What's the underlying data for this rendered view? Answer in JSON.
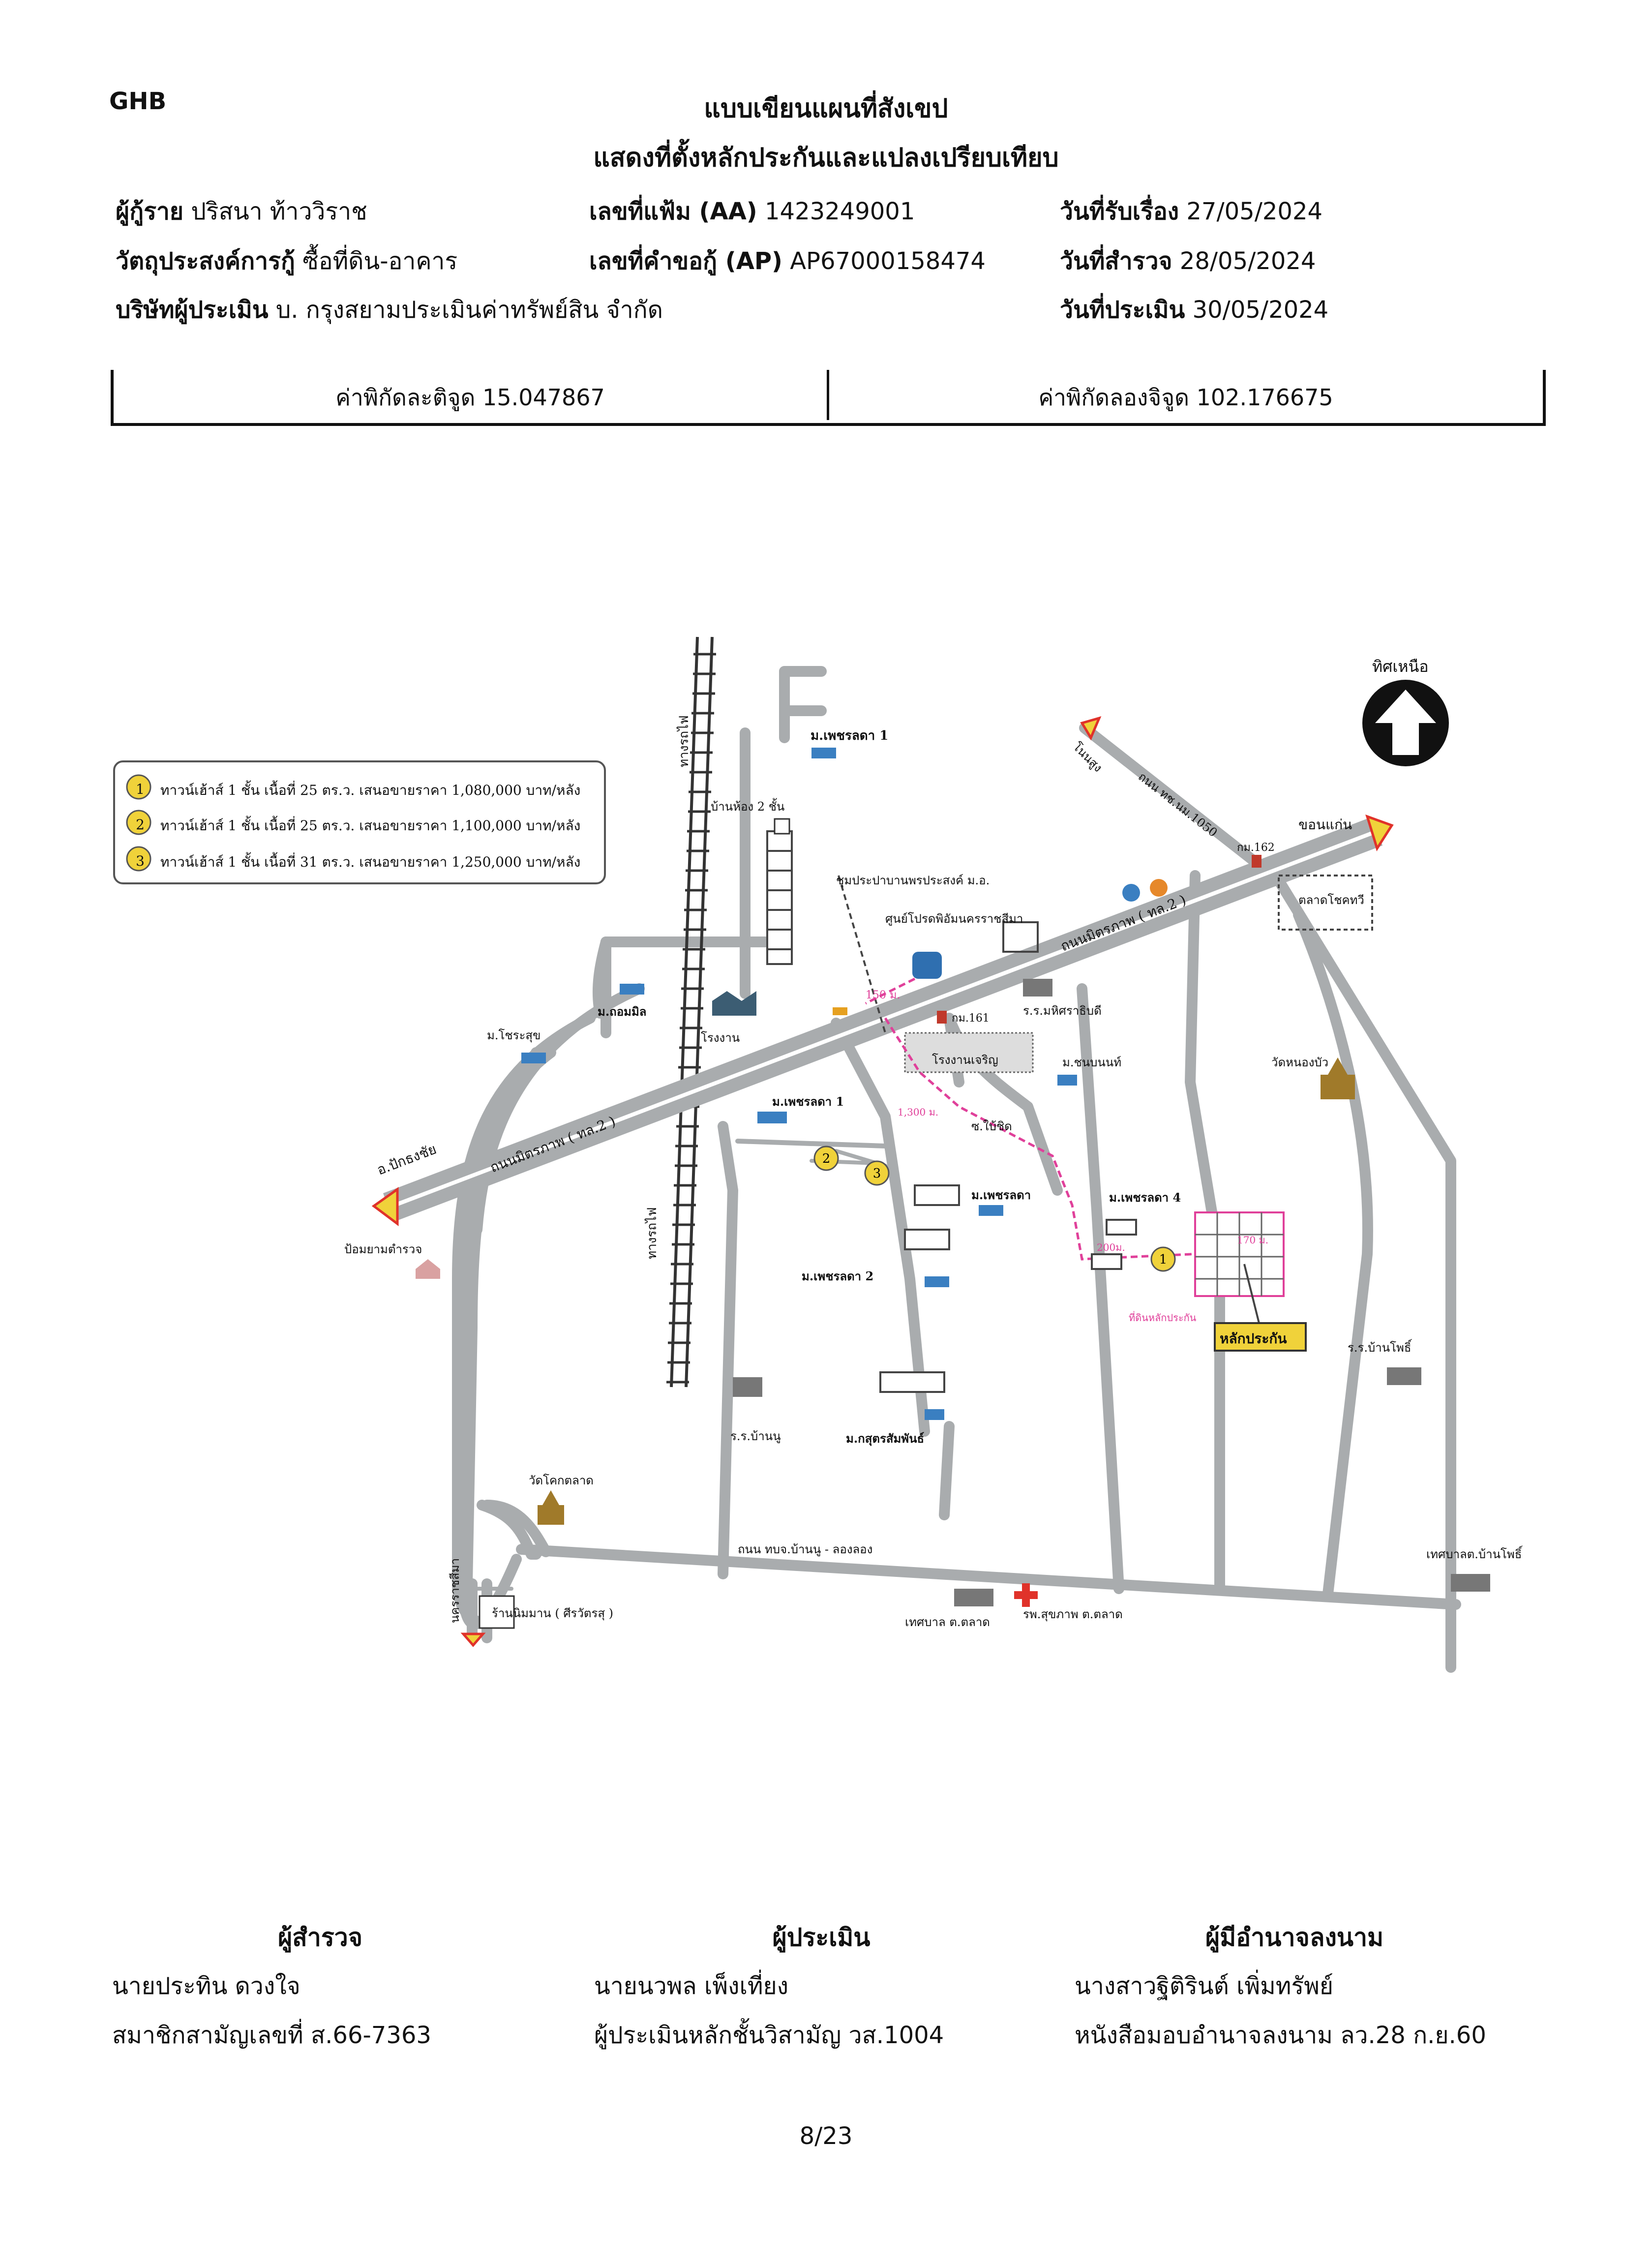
{
  "header": {
    "brand": "GHB",
    "title_line1": "แบบเขียนแผนที่สังเขป",
    "title_line2": "แสดงที่ตั้งหลักประกันและแปลงเปรียบเทียบ",
    "borrower_label": "ผู้กู้ราย",
    "borrower_value": "ปริสนา ท้าววิราช",
    "file_no_label": "เลขที่แฟ้ม (AA)",
    "file_no_value": "1423249001",
    "received_label": "วันที่รับเรื่อง",
    "received_value": "27/05/2024",
    "purpose_label": "วัตถุประสงค์การกู้",
    "purpose_value": "ซื้อที่ดิน-อาคาร",
    "request_no_label": "เลขที่คำขอกู้ (AP)",
    "request_no_value": "AP67000158474",
    "survey_label": "วันที่สำรวจ",
    "survey_value": "28/05/2024",
    "appraiser_co_label": "บริษัทผู้ประเมิน",
    "appraiser_co_value": "บ. กรุงสยามประเมินค่าทรัพย์สิน จำกัด",
    "appraise_label": "วันที่ประเมิน",
    "appraise_value": "30/05/2024"
  },
  "coordinates": {
    "latitude_label": "ค่าพิกัดละติจูด",
    "latitude_value": "15.047867",
    "longitude_label": "ค่าพิกัดลองจิจูด",
    "longitude_value": "102.176675"
  },
  "map": {
    "north_label": "ทิศเหนือ",
    "legend": [
      {
        "num": "1",
        "text": "ทาวน์เฮ้าส์ 1 ชั้น เนื้อที่ 25 ตร.ว. เสนอขายราคา 1,080,000 บาท/หลัง"
      },
      {
        "num": "2",
        "text": "ทาวน์เฮ้าส์ 1 ชั้น เนื้อที่ 25 ตร.ว. เสนอขายราคา 1,100,000 บาท/หลัง"
      },
      {
        "num": "3",
        "text": "ทาวน์เฮ้าส์ 1 ชั้น เนื้อที่ 31 ตร.ว. เสนอขายราคา 1,250,000 บาท/หลัง"
      }
    ],
    "labels": {
      "khon_kaen": "ขอนแก่น",
      "pak_thong_chai": "อ.ปักธงชัย",
      "road_main_upper": "ถนนมิตรภาพ ( ทล.2 )",
      "road_main_lower": "ถนนมิตรภาพ ( ทล.2 )",
      "railway_1": "ทางรถไฟ",
      "railway_2": "ทางรถไฟ",
      "road_khon_buri": "ถนน ทช.นม.1050",
      "khon_buri": "โนนสูง",
      "km162": "กม.162",
      "km161": "กม.161",
      "talat_market": "ตลาดโชคทวี",
      "moo_pet_1_top": "ม.เพชรลดา 1",
      "ban_hong": "บ้านห้อง 2 ชั้น",
      "utility_center": "ชุมประปาบานพรประสงค์ ม.อ.",
      "school_center": "ศูนย์โปรดพิอัมนครราชสีมา",
      "school_mahit": "ร.ร.มหิศราธิบดี",
      "moo_thornmit": "ม.ถอมมิล",
      "factory": "โรงงาน",
      "moo_chaisuk": "ม.โชระสุข",
      "dist_150": "150 ม.",
      "factory_2": "โรงงานเจริญ",
      "moo_chonnabot": "ม.ชนบนนท์",
      "wat_nong_bua": "วัดหนองบัว",
      "moo_pet_1_mid": "ม.เพชรลดา 1",
      "dist_1300": "1,300 ม.",
      "to_bai": "ซ.ใบ้ชิด",
      "moo_pet_4": "ม.เพชรลดา 4",
      "moo_pet_mid": "ม.เพชรลดา",
      "moo_pet_2": "ม.เพชรลดา 2",
      "dist_200": "200ม.",
      "dist_170": "170 ม.",
      "asset_note": "ที่ดินหลักประกัน",
      "asset_box": "หลักประกัน",
      "school_ban_pho": "ร.ร.บ้านโพธิ์",
      "police_box": "ป้อมยามตำรวจ",
      "school_ban_nu": "ร.ร.บ้านนู",
      "moo_kasert": "ม.กสุตรสัมพันธ์",
      "wat_tai": "วัดโคกตลาด",
      "road_bottom": "ถนน ทบจ.บ้านนู - ลองลอง",
      "municipal_ban_pho": "เทศบาลต.บ้านโพธิ์",
      "shop_nakhon": "ร้านนิมมาน ( ศีรวัตรสุ )",
      "municipal_talat": "เทศบาล ต.ตลาด",
      "health": "รพ.สุขภาพ ต.ตลาด",
      "nakhon_rd": "นครราชสีมา"
    }
  },
  "signatures": {
    "surveyor_head": "ผู้สำรวจ",
    "surveyor_name": "นายประทิน ดวงใจ",
    "surveyor_detail": "สมาชิกสามัญเลขที่ ส.66-7363",
    "appraiser_head": "ผู้ประเมิน",
    "appraiser_name": "นายนวพล เพ็งเที่ยง",
    "appraiser_detail": "ผู้ประเมินหลักชั้นวิสามัญ วส.1004",
    "authorized_head": "ผู้มีอำนาจลงนาม",
    "authorized_name": "นางสาวฐิติรินต์ เพิ่มทรัพย์",
    "authorized_detail": "หนังสือมอบอำนาจลงนาม ลว.28 ก.ย.60"
  },
  "footer": {
    "page": "8/23"
  },
  "colors": {
    "road_grey": "#a9acae",
    "highlight_yellow": "#f0d23a",
    "route_pink": "#e0409a",
    "arrow_red": "#e0322a"
  }
}
